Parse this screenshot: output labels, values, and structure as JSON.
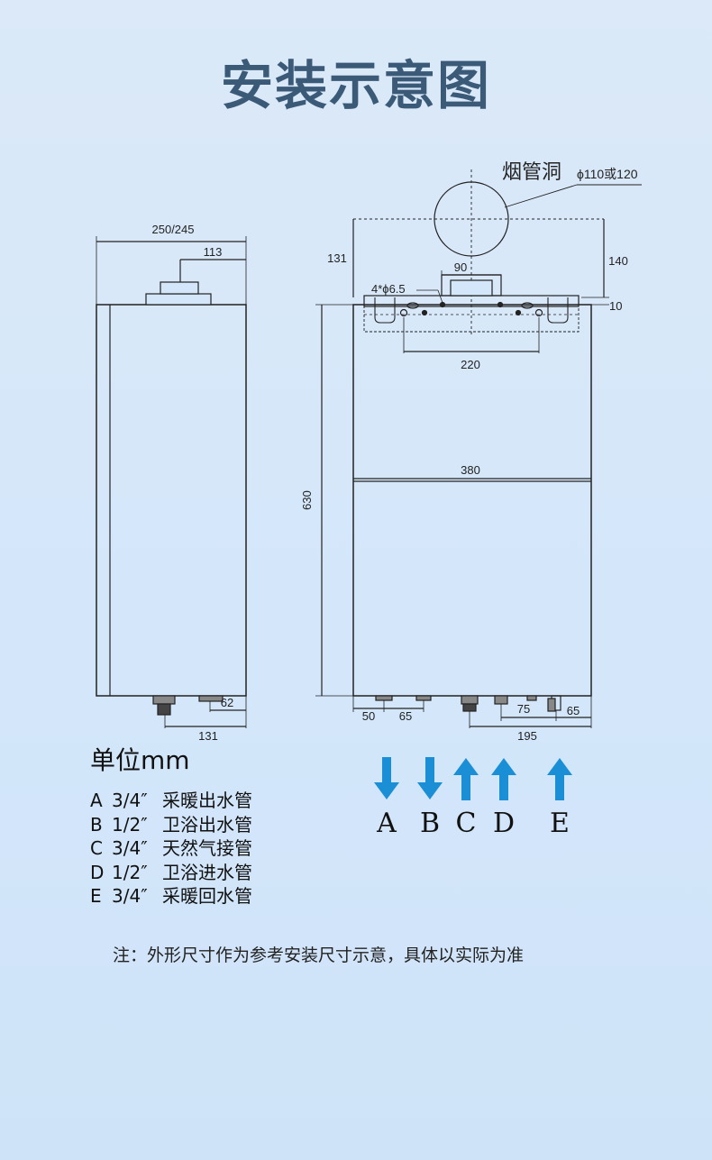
{
  "title": "安装示意图",
  "flue": {
    "label": "烟管洞",
    "diameter": "ϕ110或120"
  },
  "dimensions": {
    "side_depth": "250/245",
    "side_flue_offset": "113",
    "side_height": "630",
    "side_bottom_62": "62",
    "side_bottom_131": "131",
    "front_flue_offset_131": "131",
    "front_flue_top_140": "140",
    "front_right_10": "10",
    "front_mount_90": "90",
    "front_holes": "4*ϕ6.5",
    "front_mount_220": "220",
    "front_width_380": "380",
    "front_bottom_50": "50",
    "front_bottom_65a": "65",
    "front_bottom_75": "75",
    "front_bottom_65b": "65",
    "front_bottom_195": "195"
  },
  "unit_label": "单位mm",
  "legend": [
    {
      "letter": "A",
      "size": "3/4″",
      "desc": "采暖出水管"
    },
    {
      "letter": "B",
      "size": "1/2″",
      "desc": "卫浴出水管"
    },
    {
      "letter": "C",
      "size": "3/4″",
      "desc": "天然气接管"
    },
    {
      "letter": "D",
      "size": "1/2″",
      "desc": "卫浴进水管"
    },
    {
      "letter": "E",
      "size": "3/4″",
      "desc": "采暖回水管"
    }
  ],
  "arrows": [
    {
      "letter": "A",
      "direction": "down"
    },
    {
      "letter": "B",
      "direction": "down"
    },
    {
      "letter": "C",
      "direction": "up"
    },
    {
      "letter": "D",
      "direction": "up"
    },
    {
      "letter": "E",
      "direction": "up"
    }
  ],
  "arrow_color": "#1a8fd6",
  "note": "注：外形尺寸作为参考安装尺寸示意，具体以实际为准"
}
